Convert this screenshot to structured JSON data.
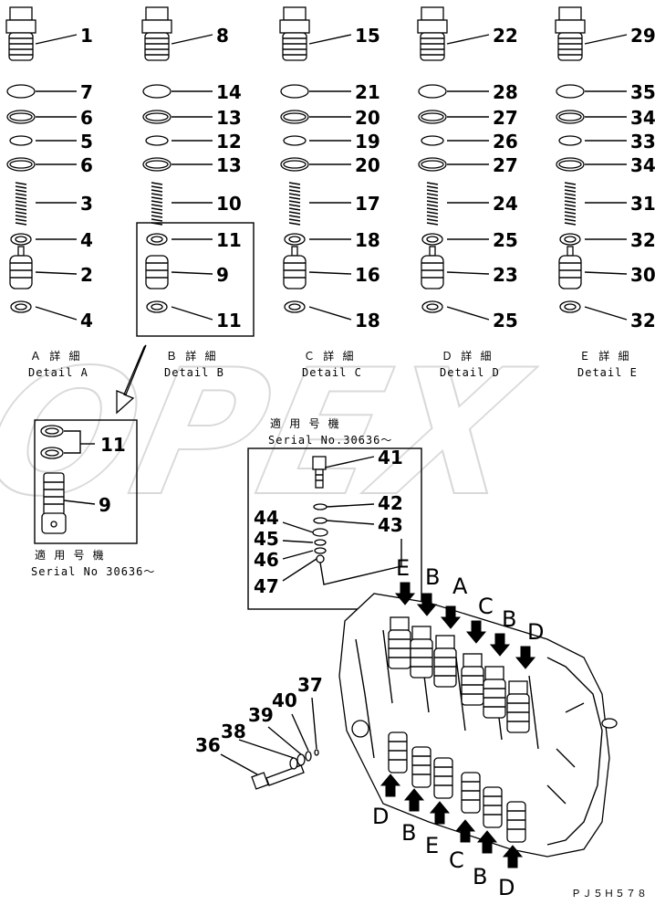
{
  "columns": [
    {
      "caption_jp": "Ａ 詳 細",
      "caption_en": "Detail A",
      "labels": [
        "1",
        "7",
        "6",
        "5",
        "6",
        "3",
        "4",
        "2",
        "4"
      ]
    },
    {
      "caption_jp": "Ｂ 詳 細",
      "caption_en": "Detail B",
      "labels": [
        "8",
        "14",
        "13",
        "12",
        "13",
        "10",
        "11",
        "9",
        "11"
      ]
    },
    {
      "caption_jp": "Ｃ 詳 細",
      "caption_en": "Detail C",
      "labels": [
        "15",
        "21",
        "20",
        "19",
        "20",
        "17",
        "18",
        "16",
        "18"
      ]
    },
    {
      "caption_jp": "Ｄ 詳 細",
      "caption_en": "Detail D",
      "labels": [
        "22",
        "28",
        "27",
        "26",
        "27",
        "24",
        "25",
        "23",
        "25"
      ]
    },
    {
      "caption_jp": "Ｅ 詳 細",
      "caption_en": "Detail E",
      "labels": [
        "29",
        "35",
        "34",
        "33",
        "34",
        "31",
        "32",
        "30",
        "32"
      ]
    }
  ],
  "inset_b": {
    "labels": [
      "11",
      "9"
    ],
    "serial_jp": "適 用 号 機",
    "serial_en": "Serial No 30636～"
  },
  "inset_c": {
    "serial_jp": "適 用 号 機",
    "serial_en": "Serial No.30636～",
    "labels": [
      "41",
      "42",
      "43",
      "44",
      "45",
      "46",
      "47"
    ]
  },
  "plug_labels": [
    "36",
    "38",
    "39",
    "40",
    "37"
  ],
  "arrow_letters_top": [
    "E",
    "B",
    "A",
    "C",
    "B",
    "D"
  ],
  "arrow_letters_bottom": [
    "D",
    "B",
    "E",
    "C",
    "B",
    "D"
  ],
  "watermark": "OPEX",
  "figure_code": "ＰＪ５Ｈ５７８"
}
